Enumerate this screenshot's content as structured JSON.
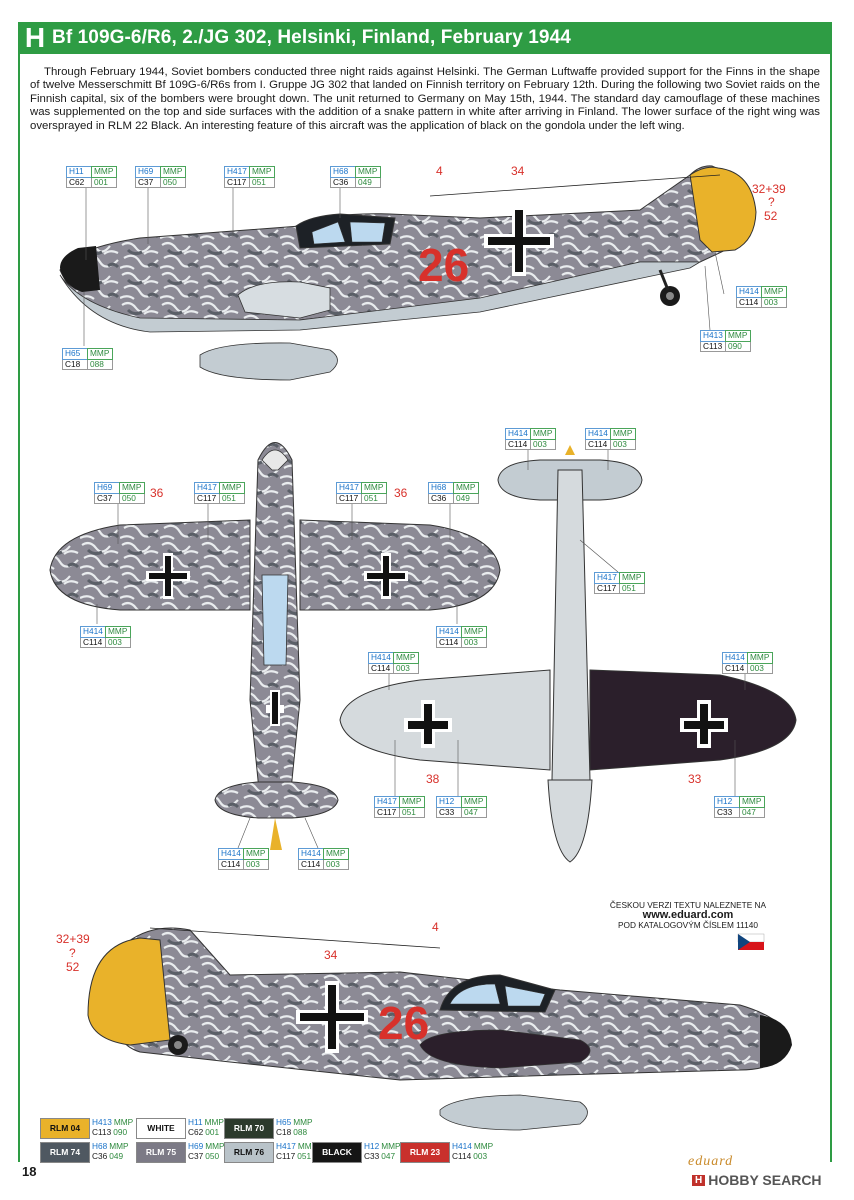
{
  "header": {
    "letter": "H",
    "title": "Bf 109G-6/R6, 2./JG 302, Helsinki, Finland, February 1944"
  },
  "intro": "Through February 1944, Soviet bombers conducted three night raids against Helsinki. The German Luftwaffe provided support for the Finns in the shape of twelve Messerschmitt Bf 109G-6/R6s from I. Gruppe JG 302 that landed on Finnish territory on February 12th. During the following two Soviet raids on the Finnish capital, six of the bombers were brought down. The unit returned to Germany on May 15th, 1944. The standard day camouflage of these machines was supplemented on the top and side surfaces with the addition of a snake pattern in white after arriving in Finland. The lower surface of the right wing was oversprayed in RLM 22 Black. An interesting feature of this aircraft was the application of black on the gondola under the left wing.",
  "markings": {
    "code": "26",
    "cross_side_num": "34",
    "antenna_num": "4",
    "spinner_num": "32+39",
    "spinner_q": "?",
    "spinner_num2": "52",
    "wing_top_num": "36",
    "under_left_num": "38",
    "under_right_num": "33"
  },
  "colors": {
    "h11": {
      "a": "H11",
      "b": "MMP",
      "c": "C62",
      "d": "001"
    },
    "h69": {
      "a": "H69",
      "b": "MMP",
      "c": "C37",
      "d": "050"
    },
    "h417": {
      "a": "H417",
      "b": "MMP",
      "c": "C117",
      "d": "051"
    },
    "h68": {
      "a": "H68",
      "b": "MMP",
      "c": "C36",
      "d": "049"
    },
    "h414": {
      "a": "H414",
      "b": "MMP",
      "c": "C114",
      "d": "003"
    },
    "h413": {
      "a": "H413",
      "b": "MMP",
      "c": "C113",
      "d": "090"
    },
    "h65": {
      "a": "H65",
      "b": "MMP",
      "c": "C18",
      "d": "088"
    },
    "h12": {
      "a": "H12",
      "b": "MMP",
      "c": "C33",
      "d": "047"
    }
  },
  "note": {
    "l1": "ČESKOU VERZI TEXTU NALEZNETE NA",
    "url": "www.eduard.com",
    "l2": "POD KATALOGOVÝM ČÍSLEM 11140"
  },
  "legend": [
    {
      "name": "RLM 04",
      "bg": "#e9b22a",
      "fg": "#111",
      "a": "H413",
      "b": "MMP",
      "c": "C113",
      "d": "090"
    },
    {
      "name": "WHITE",
      "bg": "#ffffff",
      "fg": "#111",
      "a": "H11",
      "b": "MMP",
      "c": "C62",
      "d": "001"
    },
    {
      "name": "RLM 70",
      "bg": "#2c3a2c",
      "fg": "#fff",
      "a": "H65",
      "b": "MMP",
      "c": "C18",
      "d": "088"
    },
    {
      "name": "RLM 74",
      "bg": "#4f5861",
      "fg": "#fff",
      "a": "H68",
      "b": "MMP",
      "c": "C36",
      "d": "049"
    },
    {
      "name": "RLM 75",
      "bg": "#7c7a86",
      "fg": "#fff",
      "a": "H69",
      "b": "MMP",
      "c": "C37",
      "d": "050"
    },
    {
      "name": "RLM 76",
      "bg": "#b9c3c9",
      "fg": "#111",
      "a": "H417",
      "b": "MMP",
      "c": "C117",
      "d": "051"
    },
    {
      "name": "BLACK",
      "bg": "#151515",
      "fg": "#fff",
      "a": "H12",
      "b": "MMP",
      "c": "C33",
      "d": "047"
    },
    {
      "name": "RLM 23",
      "bg": "#c9302c",
      "fg": "#fff",
      "a": "H414",
      "b": "MMP",
      "c": "C114",
      "d": "003"
    }
  ],
  "footer": {
    "page": "18",
    "brand": "eduard",
    "watermark_box": "H",
    "watermark": "HOBBY SEARCH"
  }
}
